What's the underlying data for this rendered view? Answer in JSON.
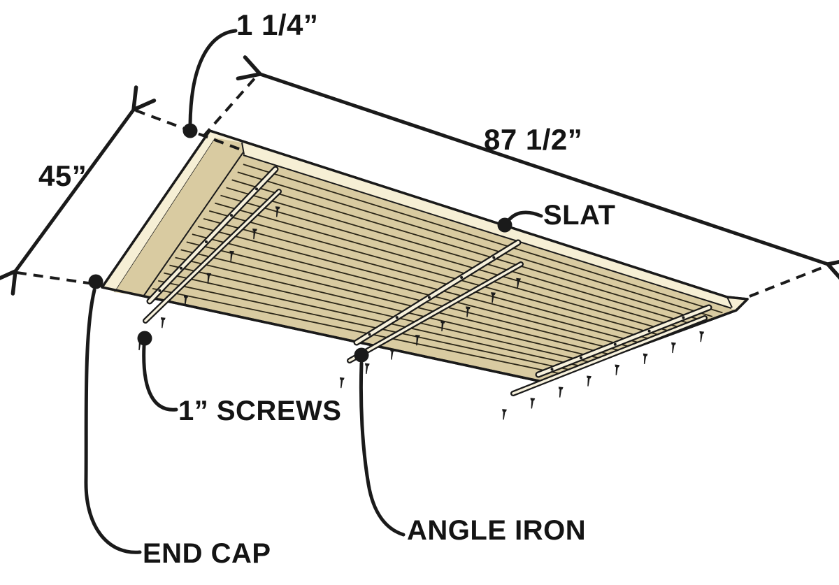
{
  "diagram": {
    "subject": "Slatted panel assembly viewed from below",
    "labels": {
      "thickness": "1 1/4”",
      "depth": "45”",
      "length": "87 1/2”",
      "slat": "SLAT",
      "screws": "1” SCREWS",
      "end_cap": "END CAP",
      "angle_iron": "ANGLE IRON"
    },
    "counts": {
      "angle_irons": 3,
      "slats": 18,
      "screws_per_iron": 8
    },
    "colors": {
      "background": "#ffffff",
      "wood": "#d9cba1",
      "wood_edge": "#f6efd5",
      "line": "#1a1a1a"
    }
  }
}
